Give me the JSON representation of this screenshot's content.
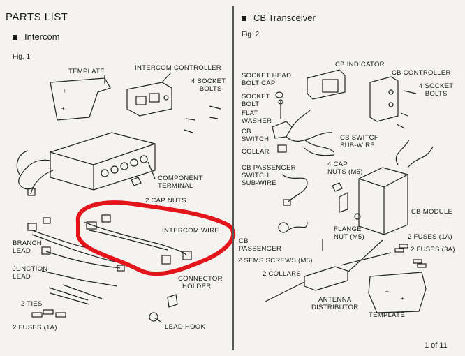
{
  "left": {
    "heading": "PARTS LIST",
    "section": "Intercom",
    "figure": "Fig. 1",
    "labels": {
      "template": "TEMPLATE",
      "intercom_controller": "INTERCOM CONTROLLER",
      "socket_bolts_a": "4 SOCKET",
      "socket_bolts_b": "BOLTS",
      "component_terminal_a": "COMPONENT",
      "component_terminal_b": "TERMINAL",
      "cap_nuts": "2 CAP NUTS",
      "intercom_wire": "INTERCOM WIRE",
      "branch_lead_a": "BRANCH",
      "branch_lead_b": "LEAD",
      "junction_lead_a": "JUNCTION",
      "junction_lead_b": "LEAD",
      "ties": "2 TIES",
      "fuses": "2 FUSES (1A)",
      "connector_holder_a": "CONNECTOR",
      "connector_holder_b": "HOLDER",
      "lead_hook": "LEAD HOOK"
    }
  },
  "right": {
    "section": "CB Transceiver",
    "figure": "Fig. 2",
    "labels": {
      "socket_head_bolt_cap_a": "SOCKET HEAD",
      "socket_head_bolt_cap_b": "BOLT CAP",
      "cb_indicator": "CB INDICATOR",
      "cb_controller": "CB CONTROLLER",
      "socket_bolts_a": "4 SOCKET",
      "socket_bolts_b": "BOLTS",
      "socket_bolt_a": "SOCKET",
      "socket_bolt_b": "BOLT",
      "flat_washer_a": "FLAT",
      "flat_washer_b": "WASHER",
      "cb_switch_a": "CB",
      "cb_switch_b": "SWITCH",
      "cb_switch_subwire_a": "CB SWITCH",
      "cb_switch_subwire_b": "SUB-WIRE",
      "collar": "COLLAR",
      "passenger_switch_a": "CB PASSENGER",
      "passenger_switch_b": "SWITCH",
      "passenger_switch_c": "SUB-WIRE",
      "cap_nuts_a": "4 CAP",
      "cap_nuts_b": "NUTS (M5)",
      "cb_module": "CB MODULE",
      "flange_nut_a": "FLANGE",
      "flange_nut_b": "NUT (M5)",
      "cb_passenger_a": "CB",
      "cb_passenger_b": "PASSENGER",
      "sems_screws": "2 SEMS SCREWS (M5)",
      "collars": "2 COLLARS",
      "fuses_1a": "2 FUSES (1A)",
      "fuses_3a": "2 FUSES (3A)",
      "antenna_distributor_a": "ANTENNA",
      "antenna_distributor_b": "DISTRIBUTOR",
      "template": "TEMPLATE"
    }
  },
  "page_number": "1 of 11",
  "colors": {
    "highlight": "#e4141b",
    "ink": "#1a1a1a",
    "paper": "#f4f3ef"
  }
}
